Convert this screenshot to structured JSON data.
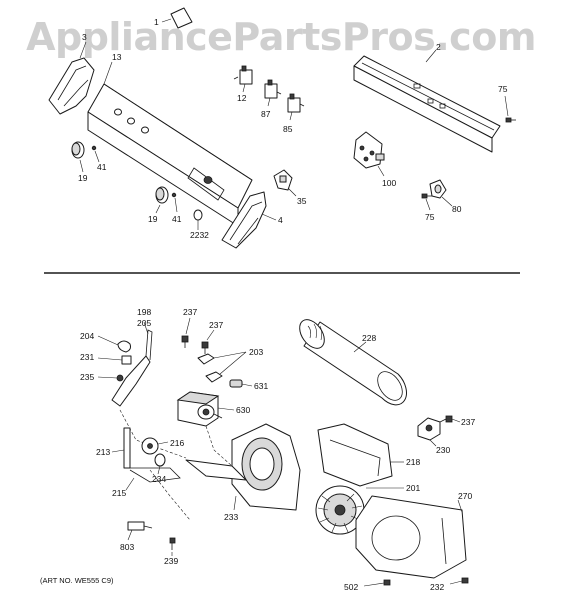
{
  "watermark": "AppliancePartsPros.com",
  "art_no": "(ART NO. WE555 C9)",
  "callouts": {
    "c1": "1",
    "c3": "3",
    "c13": "13",
    "c12": "12",
    "c87": "87",
    "c85": "85",
    "c2": "2",
    "c75a": "75",
    "c100": "100",
    "c75b": "75",
    "c80": "80",
    "c19a": "19",
    "c41a": "41",
    "c19b": "19",
    "c41b": "41",
    "c2232": "2232",
    "c35": "35",
    "c4": "4",
    "c198": "198",
    "c205": "205",
    "c204": "204",
    "c231": "231",
    "c235": "235",
    "c237a": "237",
    "c237b": "237",
    "c203": "203",
    "c631": "631",
    "c630": "630",
    "c228": "228",
    "c237c": "237",
    "c230": "230",
    "c218": "218",
    "c201": "201",
    "c270": "270",
    "c213": "213",
    "c216": "216",
    "c234": "234",
    "c215": "215",
    "c233": "233",
    "c803": "803",
    "c239": "239",
    "c502": "502",
    "c232": "232"
  },
  "colors": {
    "ink": "#1a1a1a",
    "watermark": "#cfcfcf",
    "background": "#ffffff"
  }
}
